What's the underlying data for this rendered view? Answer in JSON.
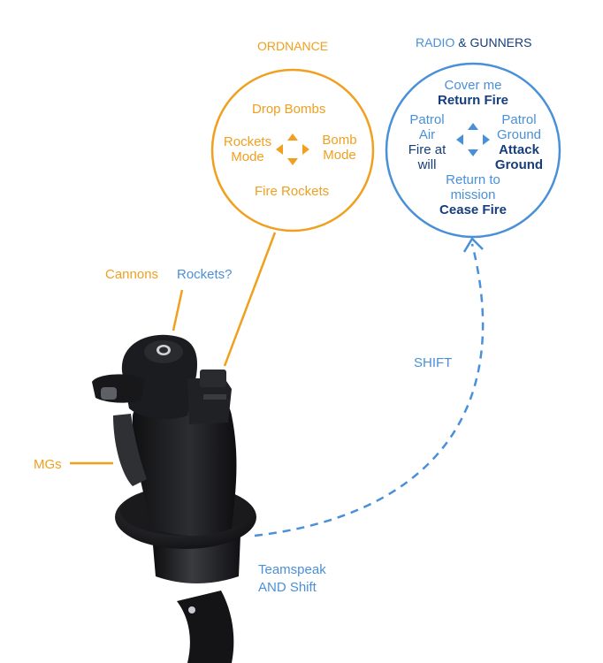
{
  "colors": {
    "orange": "#f0a01e",
    "blue": "#4a90d9",
    "navy": "#163e7a"
  },
  "ordnance": {
    "title": "ORDNANCE",
    "up": "Drop Bombs",
    "left": [
      "Rockets",
      "Mode"
    ],
    "right": [
      "Bomb",
      "Mode"
    ],
    "down": "Fire Rockets"
  },
  "radio": {
    "title_a": "RADIO",
    "title_b": "& GUNNERS",
    "up": "Cover me",
    "up_shift": "Return Fire",
    "left": [
      "Patrol",
      "Air"
    ],
    "left_shift": [
      "Fire at",
      "will"
    ],
    "right": [
      "Patrol",
      "Ground"
    ],
    "right_shift": [
      "Attack",
      "Ground"
    ],
    "down": [
      "Return to",
      "mission"
    ],
    "down_shift": "Cease Fire"
  },
  "labels": {
    "cannons": "Cannons",
    "rockets_q": "Rockets?",
    "shift": "SHIFT",
    "mgs": "MGs",
    "teamspeak": [
      "Teamspeak",
      "AND Shift"
    ]
  }
}
